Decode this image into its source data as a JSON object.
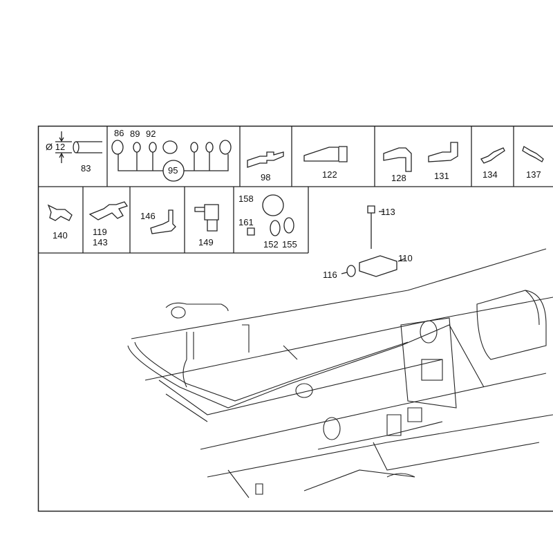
{
  "diagram": {
    "title": "Compressed air lines / fittings parts diagram",
    "part_numbers": {
      "tube_diameter": "Ø 12",
      "p83": "83",
      "p86": "86",
      "p89": "89",
      "p92": "92",
      "p95": "95",
      "p98": "98",
      "p122": "122",
      "p128": "128",
      "p131": "131",
      "p134": "134",
      "p137": "137",
      "p140": "140",
      "p119": "119",
      "p143": "143",
      "p146": "146",
      "p149": "149",
      "p158": "158",
      "p161": "161",
      "p152": "152",
      "p155": "155",
      "p113": "113",
      "p110": "110",
      "p116": "116"
    }
  }
}
